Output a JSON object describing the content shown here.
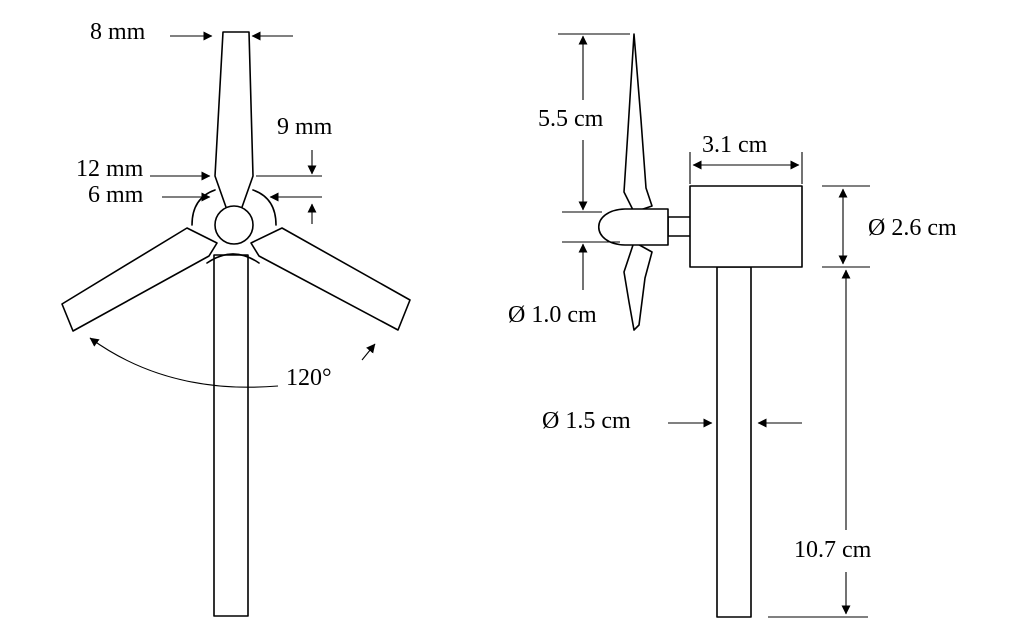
{
  "front_view": {
    "tip_width": "8 mm",
    "root_width": "9 mm",
    "blade_inner": "12 mm",
    "hub_gap": "6 mm",
    "blade_angle": "120°"
  },
  "side_view": {
    "blade_length": "5.5 cm",
    "nacelle_length": "3.1 cm",
    "nacelle_diameter": "Ø 2.6 cm",
    "hub_diameter": "Ø 1.0 cm",
    "tower_diameter": "Ø 1.5 cm",
    "tower_height": "10.7 cm"
  }
}
